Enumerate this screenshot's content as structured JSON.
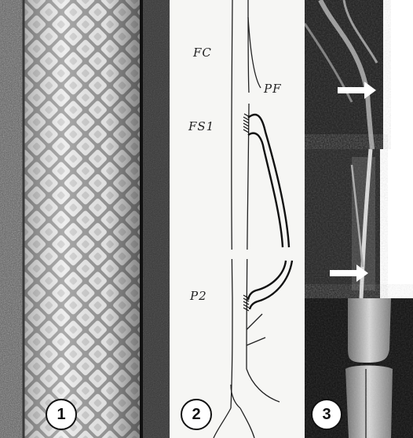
{
  "panels": [
    {
      "number": "1",
      "content": "woven-mesh-graft-photo"
    },
    {
      "number": "2",
      "content": "bypass-schematic"
    },
    {
      "number": "3",
      "content": "angiogram-xray"
    }
  ],
  "schematic": {
    "labels": {
      "fc": "FC",
      "pf": "PF",
      "fs1": "FS1",
      "p2": "P2"
    }
  },
  "colors": {
    "mesh_light": "#e6e6e6",
    "mesh_dark": "#8a8a8a",
    "xray_bg": "#0d0d0d",
    "arrow": "#ffffff"
  },
  "icons": [
    "white-arrow-icon"
  ]
}
